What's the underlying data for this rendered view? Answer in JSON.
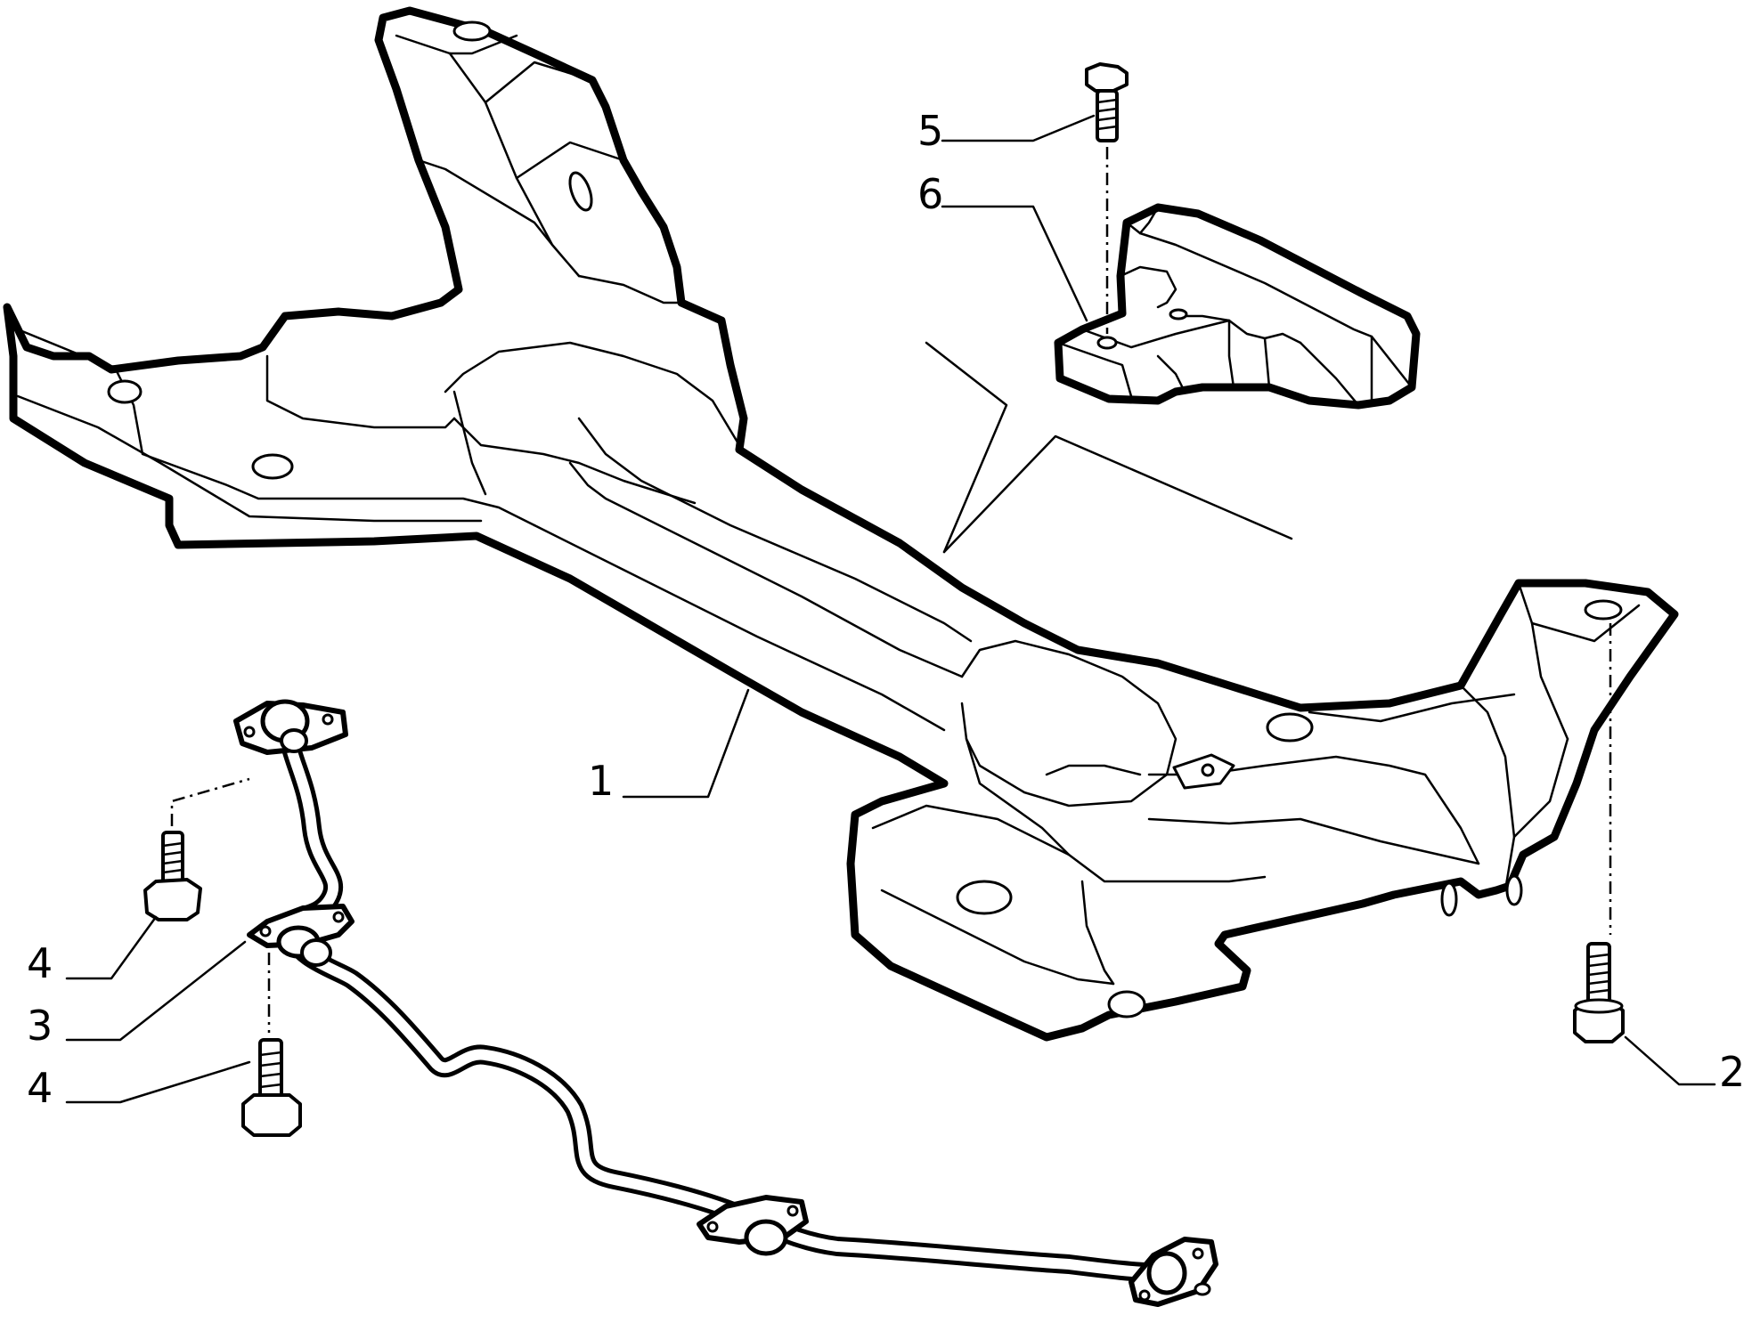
{
  "callouts": {
    "c1": "1",
    "c2": "2",
    "c3": "3",
    "c4a": "4",
    "c4b": "4",
    "c5": "5",
    "c6": "6"
  }
}
